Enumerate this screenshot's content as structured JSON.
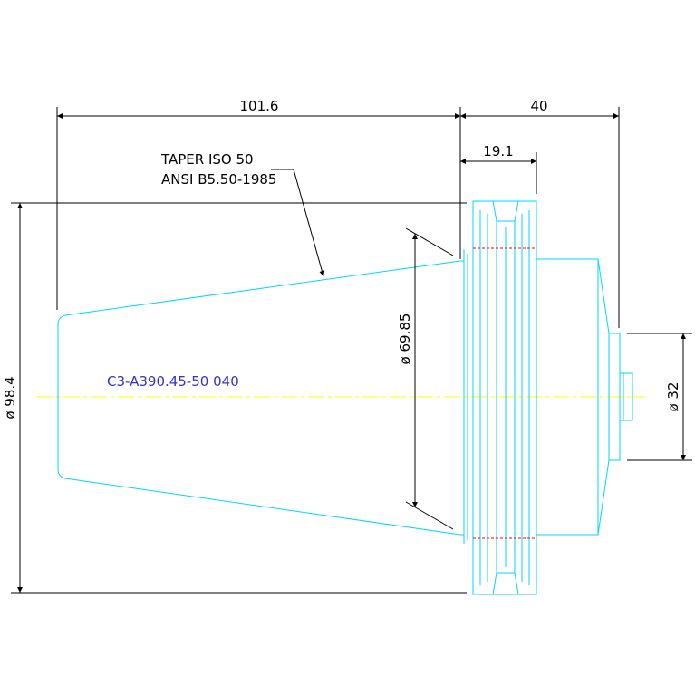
{
  "dimensions": {
    "length_taper": "101.6",
    "length_flange": "40",
    "flange_width": "19.1",
    "dia_gauge": "ø 98.4",
    "dia_taper": "ø 69.85",
    "dia_shank": "ø 32"
  },
  "notes": {
    "taper_line1": "TAPER ISO 50",
    "taper_line2": "ANSI B5.50-1985"
  },
  "part_number": "C3-A390.45-50 040",
  "colors": {
    "geometry": "#00d7ff",
    "centerline": "#ffff00",
    "dimension": "#000000",
    "part_label": "#3333cc",
    "hidden": "#ff0000"
  }
}
